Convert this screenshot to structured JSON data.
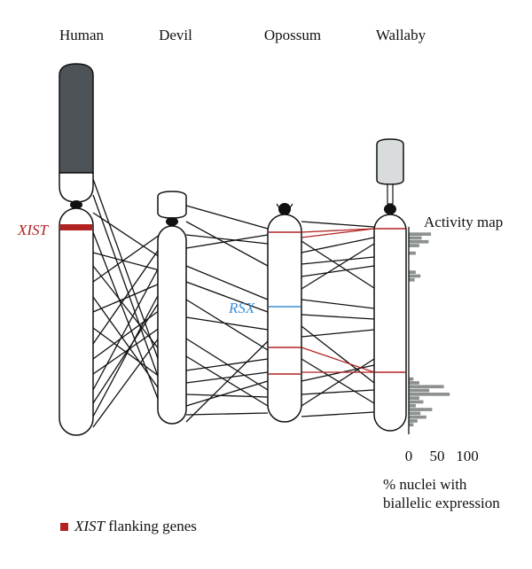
{
  "species": {
    "human": "Human",
    "devil": "Devil",
    "opossum": "Opossum",
    "wallaby": "Wallaby"
  },
  "genes": {
    "xist": "XIST",
    "rsx": "RSX"
  },
  "activity_map": {
    "title": "Activity map",
    "axis_ticks": [
      "0",
      "50",
      "100"
    ],
    "axis_label_line1": "% nuclei with",
    "axis_label_line2": "biallelic expression",
    "values_pct": [
      0,
      38,
      22,
      34,
      18,
      0,
      12,
      0,
      0,
      0,
      0,
      12,
      20,
      10,
      0,
      0,
      0,
      0,
      0,
      0,
      0,
      0,
      0,
      0,
      0,
      0,
      0,
      0,
      0,
      0,
      0,
      0,
      0,
      0,
      0,
      0,
      0,
      0,
      0,
      8,
      18,
      60,
      35,
      70,
      18,
      25,
      12,
      40,
      20,
      30,
      15,
      8,
      0
    ]
  },
  "legend": {
    "italic": "XIST",
    "text": " flanking genes"
  },
  "colors": {
    "xist_red": "#b22222",
    "rsx_blue": "#3a8fd6",
    "short_arm_dark": "#4e5358",
    "short_arm_light": "#d9dcdc",
    "bar_gray": "#8c9090",
    "line": "#111111"
  }
}
